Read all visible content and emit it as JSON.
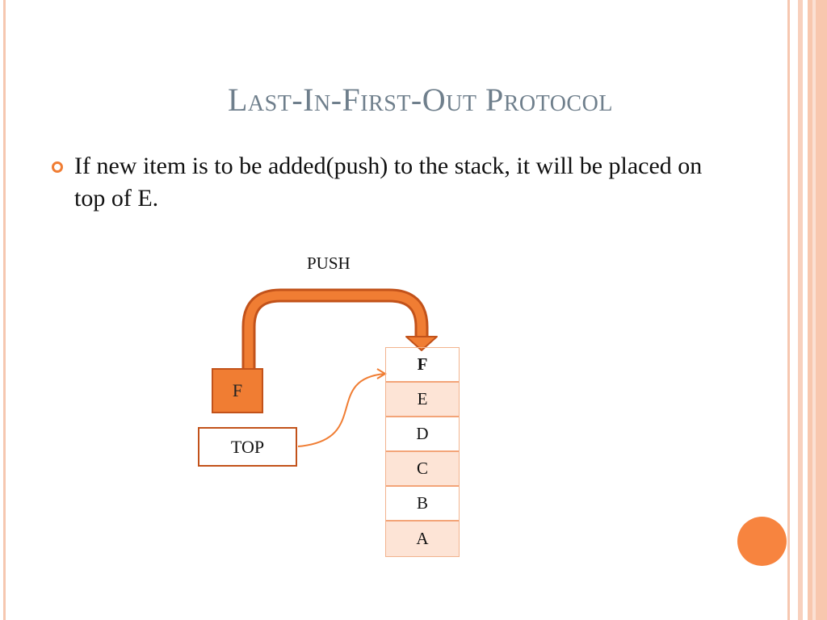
{
  "slide": {
    "title": "Last-In-First-Out Protocol",
    "bullet": "If new item is to be added(push) to the stack, it will be placed on top of E."
  },
  "diagram": {
    "push_label": "PUSH",
    "new_item": "F",
    "top_pointer": "TOP",
    "stack_items": [
      "F",
      "E",
      "D",
      "C",
      "B",
      "A"
    ]
  },
  "colors": {
    "accent": "#f07d33",
    "title": "#6f7f8c",
    "cell_shade": "#fde4d6",
    "cell_border": "#f3a478"
  }
}
